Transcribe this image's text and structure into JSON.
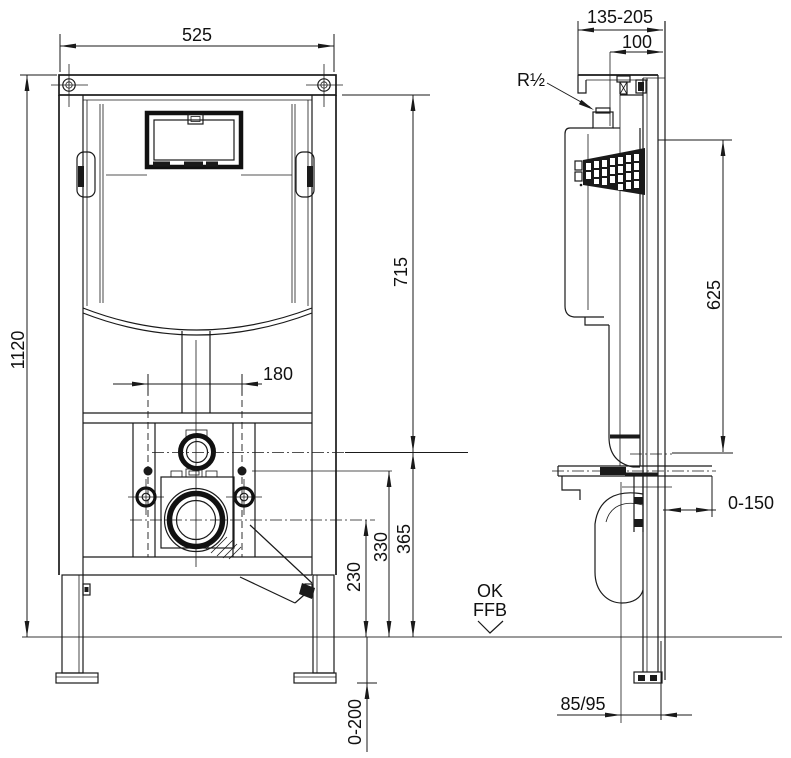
{
  "drawing": {
    "floor_marker": {
      "line1": "OK",
      "line2": "FFB"
    },
    "front_view": {
      "dim_width_top": "525",
      "dim_height_overall": "1120",
      "dim_height_715": "715",
      "dim_fixing_bolt_spacing": "180",
      "dim_height_365": "365",
      "dim_height_330": "330",
      "dim_height_230": "230",
      "dim_leg_adjust_range": "0-200"
    },
    "side_view": {
      "dim_depth_range": "135-205",
      "dim_inlet_offset": "100",
      "label_water_inlet_thread": "R½",
      "dim_height_625": "625",
      "dim_wall_distance_range": "0-150",
      "dim_outlet_offset": "85/95"
    },
    "colors": {
      "line": "#1a1a1a",
      "floor_line": "#7a7a7a",
      "background": "#ffffff"
    }
  }
}
